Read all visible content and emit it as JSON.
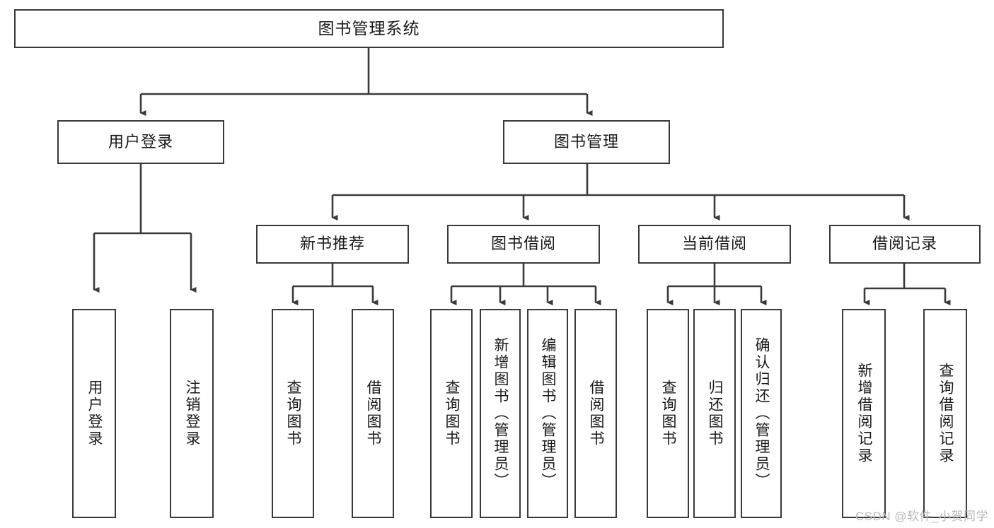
{
  "diagram": {
    "type": "tree-hierarchy",
    "title": "图书管理系统",
    "watermark": "CSDN @软件_小贺同学",
    "theme": {
      "border_color": "#3a3a3a",
      "background": "#ffffff",
      "text_color": "#1a1a1a",
      "watermark_color": "#b9b9b9"
    },
    "nodes": {
      "root": {
        "label": "图书管理系统"
      },
      "level2": [
        {
          "id": "user-login",
          "label": "用户登录"
        },
        {
          "id": "book-management",
          "label": "图书管理"
        }
      ],
      "level3": [
        {
          "id": "new-book-recommend",
          "label": "新书推荐"
        },
        {
          "id": "book-borrow",
          "label": "图书借阅"
        },
        {
          "id": "current-borrow",
          "label": "当前借阅"
        },
        {
          "id": "borrow-record",
          "label": "借阅记录"
        }
      ],
      "leaves": {
        "user_login": [
          {
            "id": "leaf-user-login",
            "label": "用户登录"
          },
          {
            "id": "leaf-logout-login",
            "label": "注销登录"
          }
        ],
        "new_book_recommend": [
          {
            "id": "leaf-query-book-1",
            "label": "查询图书"
          },
          {
            "id": "leaf-borrow-book-1",
            "label": "借阅图书"
          }
        ],
        "book_borrow": [
          {
            "id": "leaf-query-book-2",
            "label": "查询图书"
          },
          {
            "id": "leaf-add-book",
            "label": "新增图书（管理员）"
          },
          {
            "id": "leaf-edit-book",
            "label": "编辑图书（管理员）"
          },
          {
            "id": "leaf-borrow-book-2",
            "label": "借阅图书"
          }
        ],
        "current_borrow": [
          {
            "id": "leaf-query-book-3",
            "label": "查询图书"
          },
          {
            "id": "leaf-return-book",
            "label": "归还图书"
          },
          {
            "id": "leaf-confirm-return",
            "label": "确认归还（管理员）"
          }
        ],
        "borrow_record": [
          {
            "id": "leaf-add-record",
            "label": "新增借阅记录"
          },
          {
            "id": "leaf-query-record",
            "label": "查询借阅记录"
          }
        ]
      }
    }
  }
}
